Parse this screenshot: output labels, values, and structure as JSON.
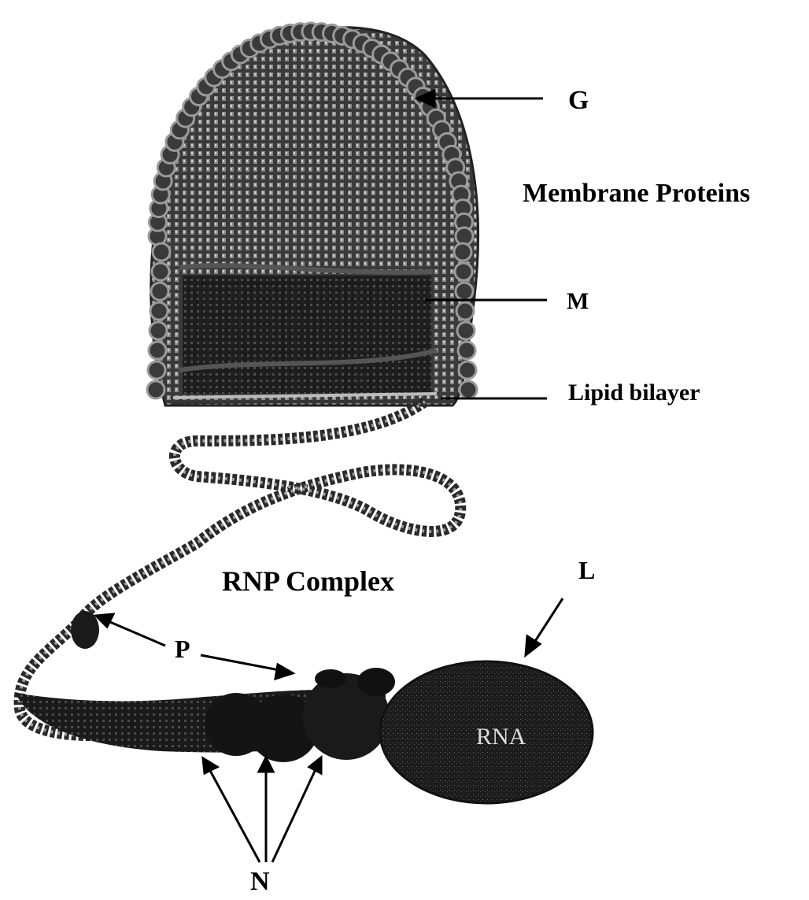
{
  "diagram": {
    "labels": {
      "g": "G",
      "membrane_proteins": "Membrane Proteins",
      "m": "M",
      "lipid_bilayer": "Lipid bilayer",
      "rnp_complex": "RNP Complex",
      "l": "L",
      "p": "P",
      "rna": "RNA",
      "n": "N"
    },
    "colors": {
      "envelope": "#2b2b2b",
      "bead_highlight": "#9a9a9a",
      "nucleocapsid": "#141414",
      "l_protein": "#1e1e1e",
      "text": "#000000",
      "background": "#ffffff"
    }
  }
}
